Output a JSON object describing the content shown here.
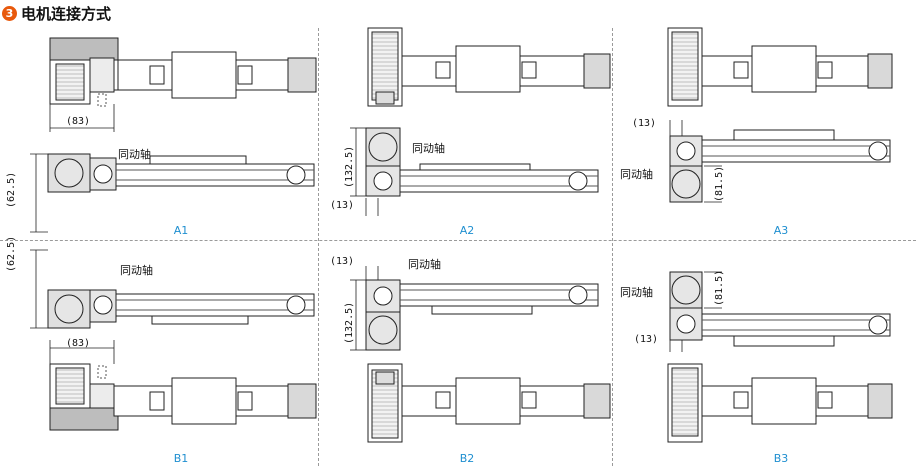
{
  "title": {
    "number": "3",
    "text": "电机连接方式"
  },
  "shaft_label": "同动轴",
  "dims": {
    "d83": "(83)",
    "d62": "(62.5)",
    "d132": "(132.5)",
    "d13": "(13)",
    "d81": "(81.5)"
  },
  "panels": [
    {
      "caption": "A1"
    },
    {
      "caption": "A2"
    },
    {
      "caption": "A3"
    },
    {
      "caption": "B1"
    },
    {
      "caption": "B2"
    },
    {
      "caption": "B3"
    }
  ],
  "colors": {
    "accent": "#e8590c",
    "caption": "#1f8fd0",
    "gray": "#b5b5b5",
    "light": "#e4e4e4"
  }
}
